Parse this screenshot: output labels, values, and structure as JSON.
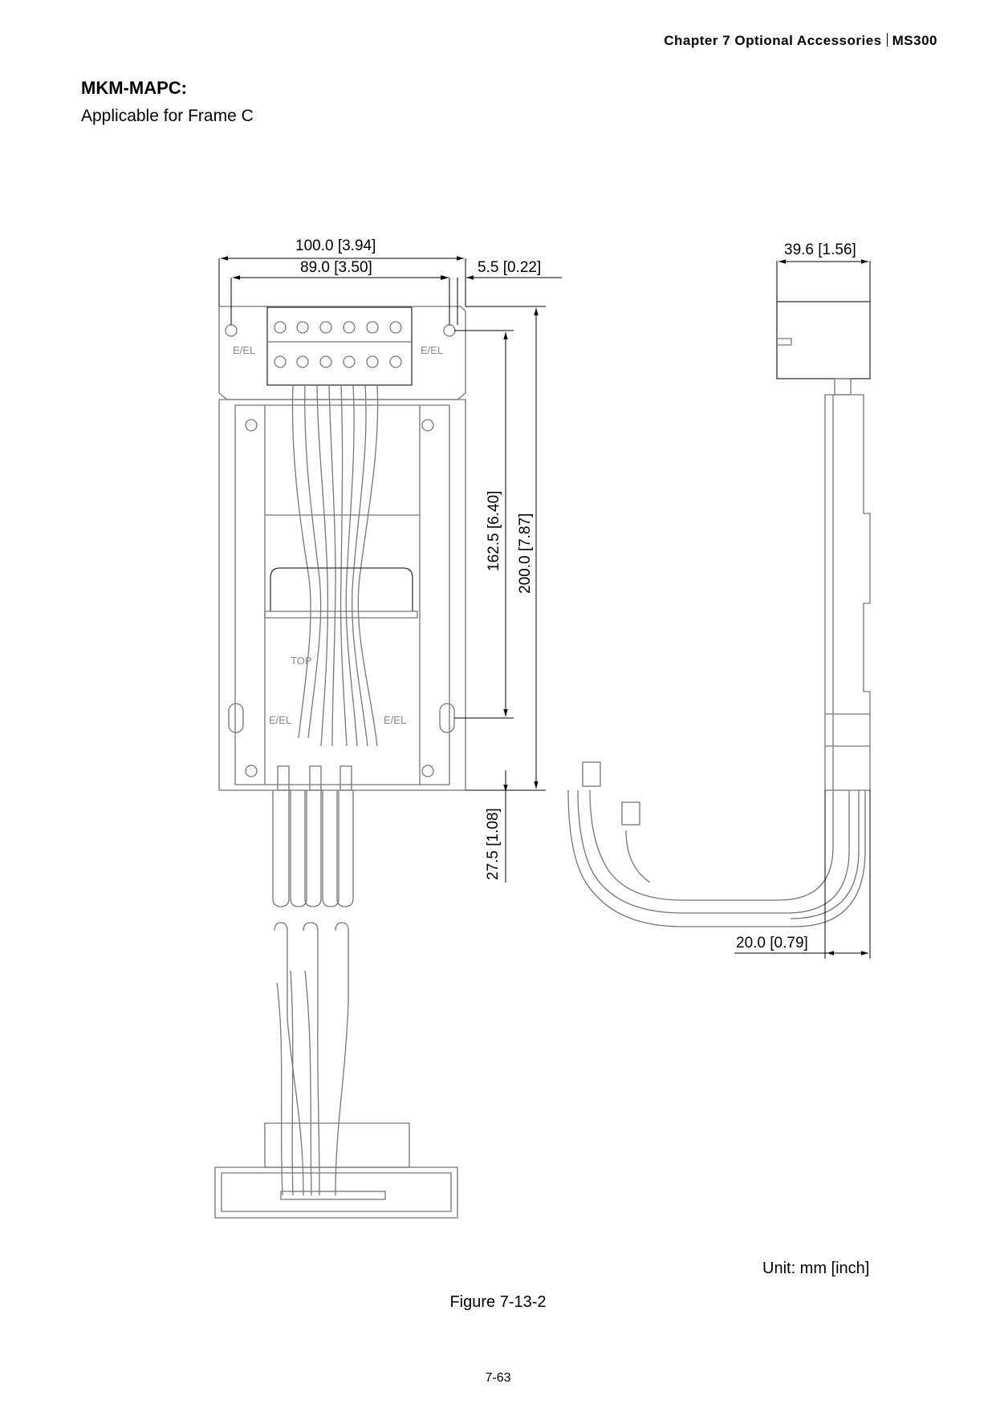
{
  "header": {
    "chapter": "Chapter  7  Optional  Accessories",
    "model": "MS300"
  },
  "title": "MKM-MAPC:",
  "subtitle": "Applicable for Frame C",
  "drawing": {
    "dimensions": {
      "width_total": "100.0 [3.94]",
      "hole_spacing": "89.0 [3.50]",
      "edge_offset": "5.5 [0.22]",
      "side_depth": "39.6 [1.56]",
      "height_inner": "162.5 [6.40]",
      "height_total": "200.0 [7.87]",
      "bottom_offset": "27.5 [1.08]",
      "side_offset": "20.0 [0.79]"
    },
    "marks": {
      "brand": "E/EL",
      "top": "TOP"
    }
  },
  "unit_note": "Unit: mm [inch]",
  "caption": "Figure 7-13-2",
  "page_number": "7-63"
}
